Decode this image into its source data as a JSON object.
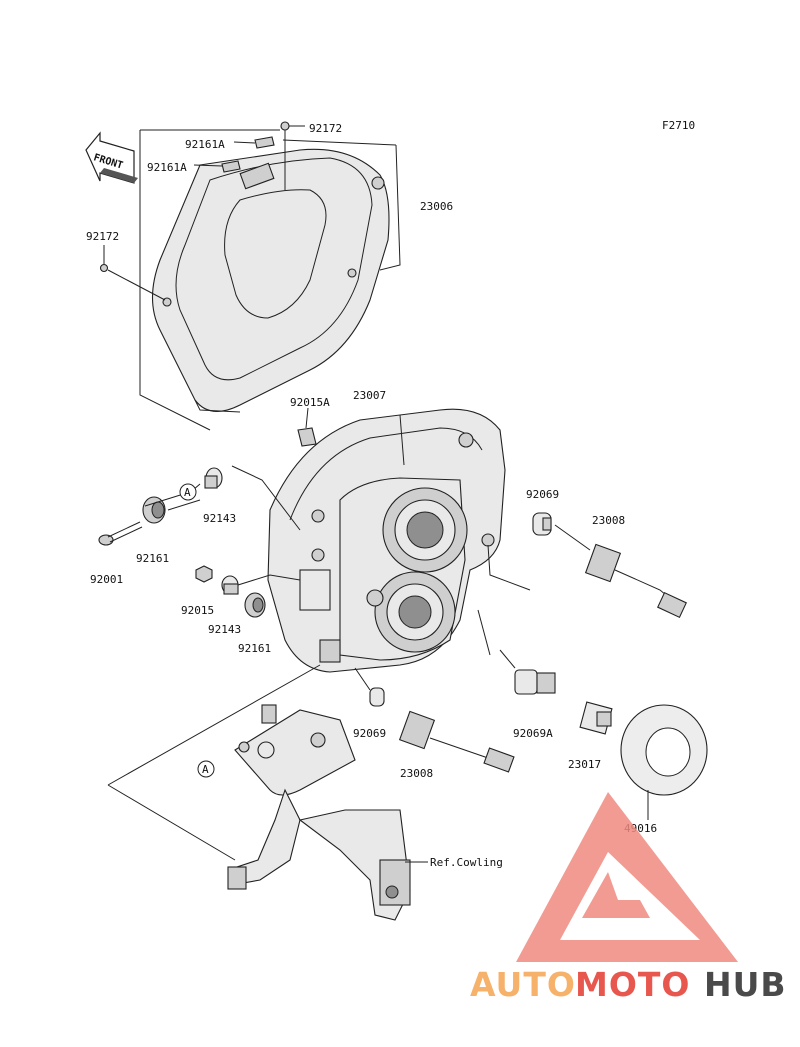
{
  "figure_code": "F2710",
  "front_label": "FRONT",
  "parts": [
    "92172",
    "92161A",
    "92161A",
    "23006",
    "92172",
    "23007",
    "92015A",
    "92143",
    "92161",
    "92001",
    "92015",
    "92143",
    "92161",
    "92069",
    "23008",
    "92069",
    "23008",
    "92069A",
    "23017",
    "49016"
  ],
  "ref_label": "Ref.Cowling",
  "callout_letter": "A",
  "watermark": {
    "auto": "AUTO",
    "moto": "MOTO",
    "hub": "HUB"
  },
  "colors": {
    "wm_orange": "#f6b26b",
    "wm_red": "#e8574e",
    "wm_gray": "#4a4a4a",
    "wm_triangle": "#f08a80"
  }
}
